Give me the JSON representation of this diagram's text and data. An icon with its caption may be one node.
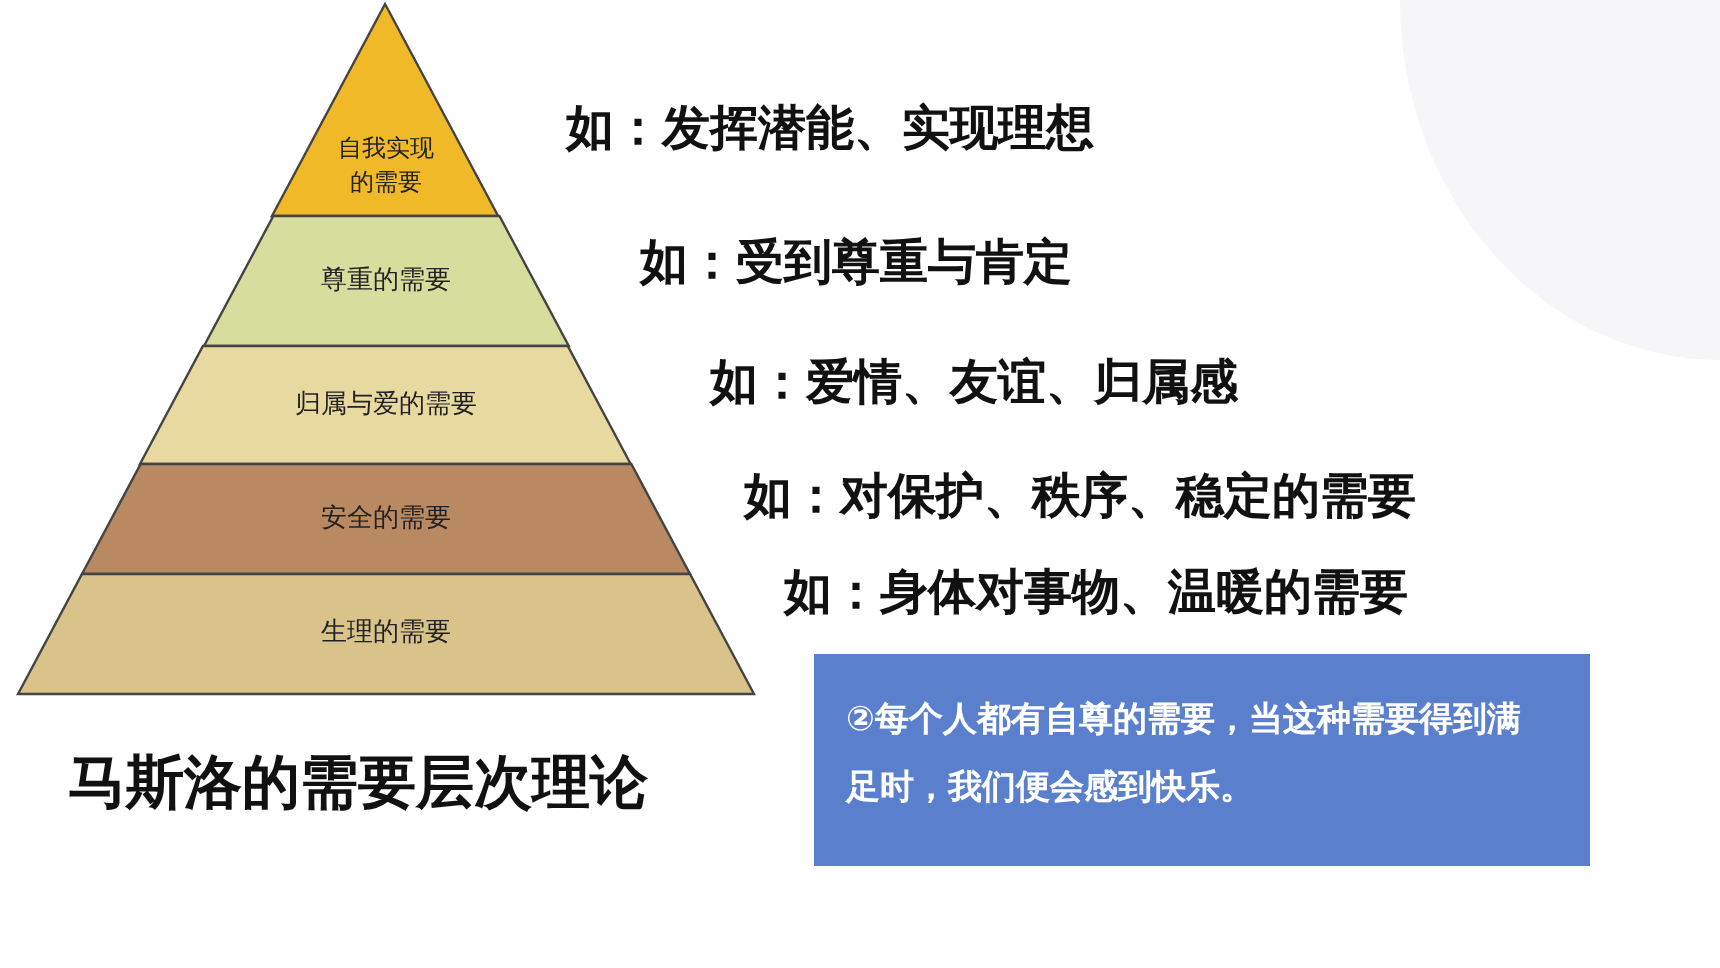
{
  "diagram": {
    "caption": "马斯洛的需要层次理论",
    "nodes": [
      {
        "text": [
          "自我实现的需要"
        ],
        "beside": [
          "如：发挥潜能、实现理想"
        ]
      },
      {
        "text": [
          "尊重的需要"
        ],
        "beside": [
          "如：受到尊重与肯定"
        ]
      },
      {
        "text": [
          "归属与爱的需要"
        ],
        "beside": [
          "如：爱情、友谊、归属感"
        ]
      },
      {
        "text": [
          "安全的需要"
        ],
        "beside": [
          "如：对保护、秩序、稳定的需要"
        ]
      },
      {
        "text": [
          "生理的需要"
        ],
        "beside": [
          "如：身体对事物、温暖的需要"
        ]
      },
      {
        "text": [
          "②每个人都有自尊的需要，当这种需要得到满足时，我们便会感到快乐。"
        ]
      }
    ],
    "edges": []
  }
}
